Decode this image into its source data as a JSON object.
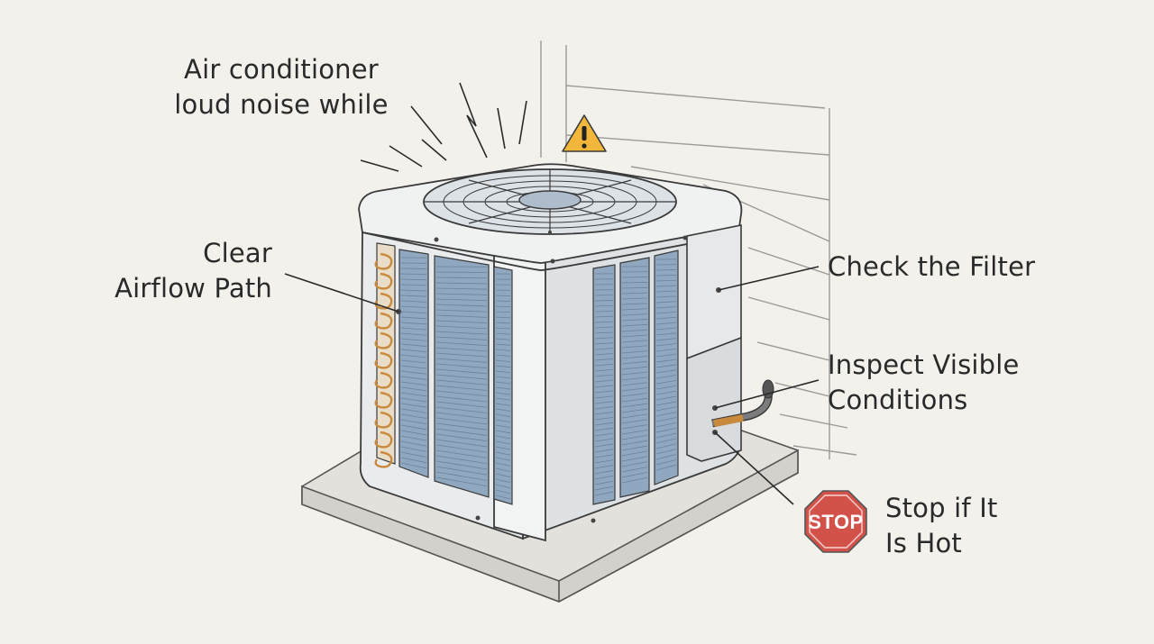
{
  "title": {
    "line1": "Air conditioner",
    "line2": "loud noise while"
  },
  "callouts": {
    "airflow": {
      "line1": "Clear",
      "line2": "Airflow Path"
    },
    "filter": {
      "line1": "Check the Filter"
    },
    "inspect": {
      "line1": "Inspect Visible",
      "line2": "Conditions"
    },
    "stop": {
      "line1": "Stop if It",
      "line2": "Is Hot"
    }
  },
  "stop_sign": {
    "text": "STOP",
    "color": "#d2524a"
  },
  "warning_icon": {
    "name": "warning-triangle-icon",
    "color": "#f2b73a"
  },
  "colors": {
    "background": "#f3f1ec",
    "unit_body": "#eceeee",
    "grille": "#8fa7bf",
    "copper": "#c98a3e",
    "outline": "#3a3a3a"
  }
}
